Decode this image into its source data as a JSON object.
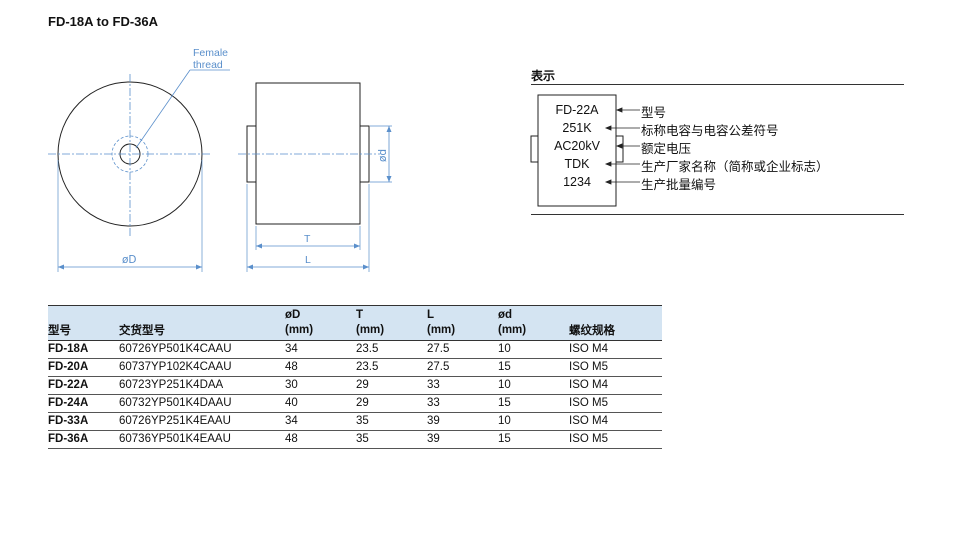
{
  "page_title": "FD-18A to FD-36A",
  "drawing": {
    "thread_label_line1": "Female",
    "thread_label_line2": "thread",
    "dim_outer_diameter": "øD",
    "dim_thread_diameter": "ød",
    "dim_T": "T",
    "dim_L": "L",
    "accent_color": "#5a8fcb"
  },
  "marking": {
    "title": "表示",
    "rows": [
      {
        "code": "FD-22A",
        "desc": "型号"
      },
      {
        "code": "251K",
        "desc": "标称电容与电容公差符号"
      },
      {
        "code": "AC20kV",
        "desc": "额定电压"
      },
      {
        "code": "TDK",
        "desc": "生产厂家名称（简称或企业标志）"
      },
      {
        "code": "1234",
        "desc": "生产批量编号"
      }
    ]
  },
  "table": {
    "headers": [
      {
        "line1": "",
        "line2": "型号"
      },
      {
        "line1": "",
        "line2": "交货型号"
      },
      {
        "line1": "øD",
        "line2": "(mm)"
      },
      {
        "line1": "T",
        "line2": "(mm)"
      },
      {
        "line1": "L",
        "line2": "(mm)"
      },
      {
        "line1": "ød",
        "line2": "(mm)"
      },
      {
        "line1": "",
        "line2": "螺纹规格"
      }
    ],
    "rows": [
      [
        "FD-18A",
        "60726YP501K4CAAU",
        "34",
        "23.5",
        "27.5",
        "10",
        "ISO M4"
      ],
      [
        "FD-20A",
        "60737YP102K4CAAU",
        "48",
        "23.5",
        "27.5",
        "15",
        "ISO M5"
      ],
      [
        "FD-22A",
        "60723YP251K4DAA",
        "30",
        "29",
        "33",
        "10",
        "ISO M4"
      ],
      [
        "FD-24A",
        "60732YP501K4DAAU",
        "40",
        "29",
        "33",
        "15",
        "ISO M5"
      ],
      [
        "FD-33A",
        "60726YP251K4EAAU",
        "34",
        "35",
        "39",
        "10",
        "ISO M4"
      ],
      [
        "FD-36A",
        "60736YP501K4EAAU",
        "48",
        "35",
        "39",
        "15",
        "ISO M5"
      ]
    ]
  }
}
